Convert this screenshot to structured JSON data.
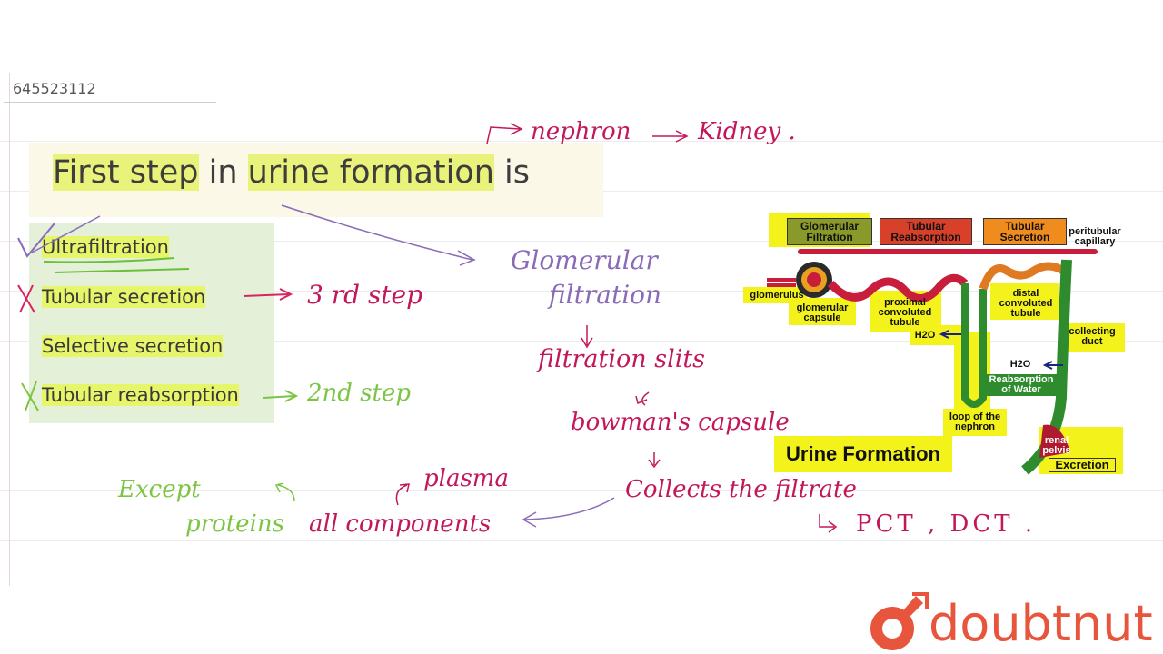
{
  "question_id": "645523112",
  "question": {
    "text_parts": [
      "First step",
      " in ",
      "urine formation",
      " is"
    ]
  },
  "options": [
    {
      "label": "Ultrafiltration",
      "mark": "check"
    },
    {
      "label": "Tubular secretion",
      "mark": "cross"
    },
    {
      "label": "Selective secretion",
      "mark": ""
    },
    {
      "label": "Tubular reabsorption",
      "mark": "cross"
    }
  ],
  "annotations": {
    "nephron": "nephron",
    "kidney": "Kidney .",
    "third_step": "3 rd  step",
    "second_step": "2nd  step",
    "glomerular": "Glomerular",
    "filtration": "filtration",
    "filtration_slits": "filtration  slits",
    "bowman": "bowman's  capsule",
    "collects": "Collects  the  filtrate",
    "pct_dct": "PCT  ,  DCT .",
    "plasma": "plasma",
    "all_components": "all  components",
    "except": "Except",
    "proteins": "proteins"
  },
  "diagram": {
    "title": "Urine Formation",
    "stages": [
      "Glomerular Filtration",
      "Tubular Reabsorption",
      "Tubular Secretion"
    ],
    "labels": {
      "peritubular": "peritubular capillary",
      "glomerulus": "glomerulus",
      "glom_capsule": "glomerular capsule",
      "pct": "proximal convoluted tubule",
      "dct": "distal convoluted tubule",
      "h2o_1": "H2O",
      "h2o_2": "H2O",
      "collecting": "collecting duct",
      "reabsorption_water": "Reabsorption of Water",
      "loop": "loop of the nephron",
      "renal_pelvis": "renal pelvis",
      "excretion": "Excretion"
    },
    "colors": {
      "highlight": "#f3f21a",
      "stage1": "#8a9a2a",
      "stage2": "#d9402a",
      "stage3": "#f08c1e",
      "tubule": "#c81e3c",
      "duct": "#2e8b2e"
    }
  },
  "branding": {
    "logo_text": "doubtnut",
    "color": "#e8553d"
  }
}
